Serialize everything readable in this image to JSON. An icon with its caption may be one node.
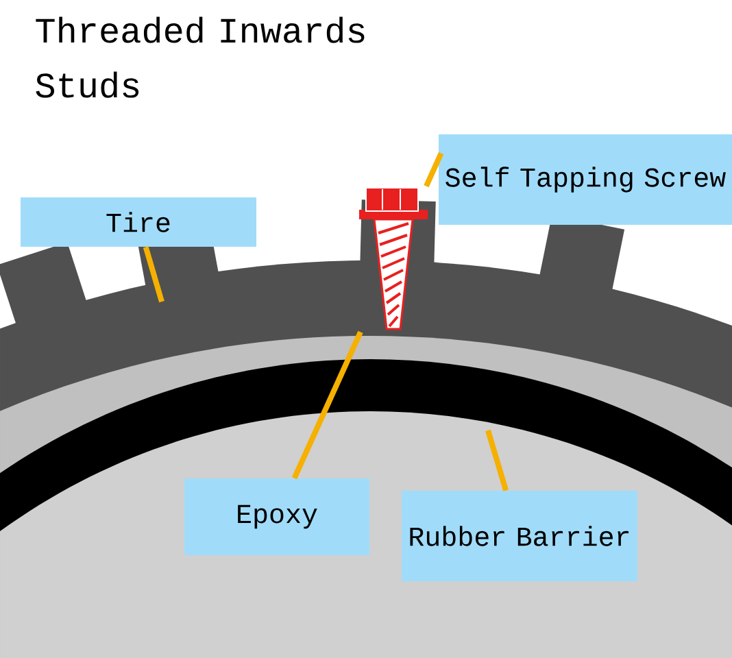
{
  "diagram": {
    "title": "Threaded Inwards Studs",
    "nodes": [
      {
        "text": [
          "Tire"
        ]
      },
      {
        "text": [
          "Self Tapping Screw"
        ]
      },
      {
        "text": [
          "Epoxy"
        ]
      },
      {
        "text": [
          "Rubber Barrier"
        ]
      },
      {
        "text": [],
        "shape": "picture"
      }
    ],
    "edges": [
      {
        "from": 0,
        "to": null,
        "arrow": "none"
      },
      {
        "from": 1,
        "to": 4,
        "arrow": "none"
      },
      {
        "from": 2,
        "to": 4,
        "arrow": "none"
      },
      {
        "from": 3,
        "to": null,
        "arrow": "none"
      }
    ]
  }
}
